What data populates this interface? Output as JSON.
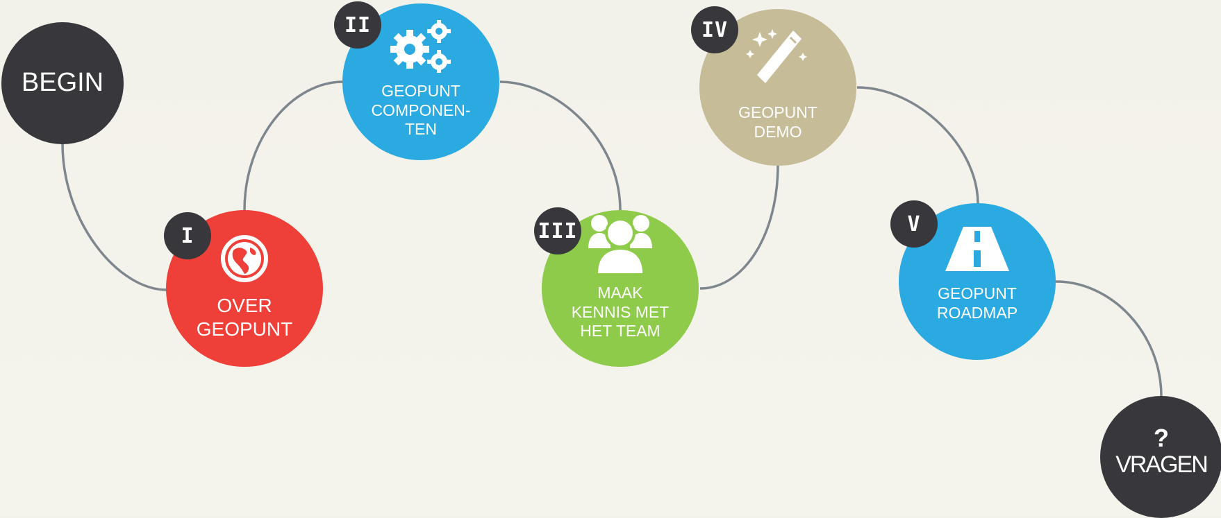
{
  "nodes": {
    "begin": {
      "label": "BEGIN",
      "color": "#38373b"
    },
    "over": {
      "numeral": "I",
      "label": "OVER\nGEOPUNT",
      "color": "#ef3f39",
      "icon": "globe-icon"
    },
    "componenten": {
      "numeral": "II",
      "label": "GEOPUNT\nCOMPONEN-\nTEN",
      "color": "#2ba9e1",
      "icon": "gears-icon"
    },
    "team": {
      "numeral": "III",
      "label": "MAAK\nKENNIS MET\nHET TEAM",
      "color": "#8fcb4a",
      "icon": "group-icon"
    },
    "demo": {
      "numeral": "IV",
      "label": "GEOPUNT\nDEMO",
      "color": "#c6bd98",
      "icon": "magic-wand-icon"
    },
    "roadmap": {
      "numeral": "V",
      "label": "GEOPUNT\nROADMAP",
      "color": "#2ba9e1",
      "icon": "road-icon"
    },
    "vragen": {
      "label": "VRAGEN",
      "color": "#38373b",
      "icon": "question-mark-icon",
      "icon_text": "?"
    }
  },
  "badge_color": "#38373b",
  "connector_color": "#7d878d"
}
